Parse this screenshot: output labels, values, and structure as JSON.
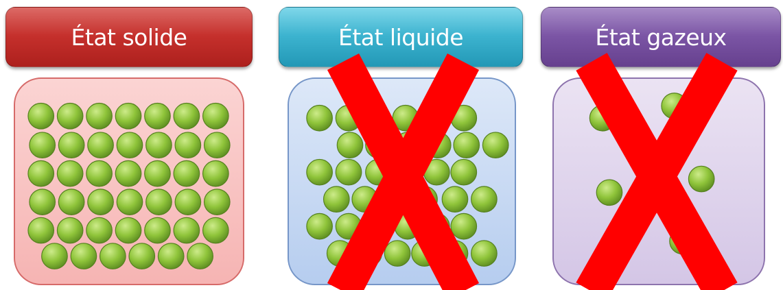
{
  "panels": [
    {
      "id": "solid",
      "title": "État solide",
      "color": "#c5302c",
      "crossed": false
    },
    {
      "id": "liquid",
      "title": "État liquide",
      "color": "#3cb3cf",
      "crossed": true
    },
    {
      "id": "gas",
      "title": "État gazeux",
      "color": "#7b55a5",
      "crossed": true
    }
  ],
  "particle_color": "#8fc43a",
  "cross_color": "#ff0000"
}
